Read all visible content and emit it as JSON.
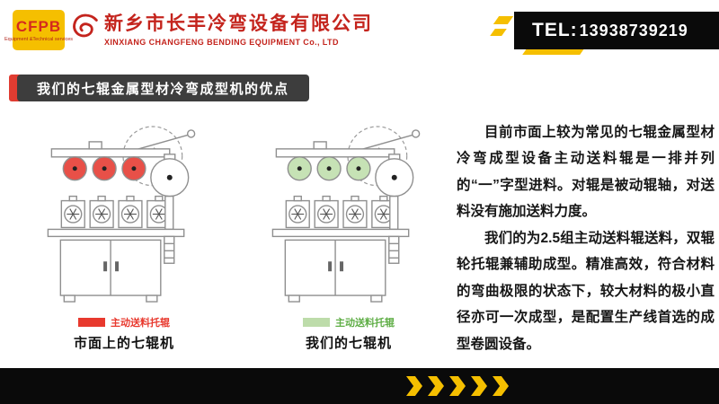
{
  "header": {
    "logo_abbr": "CFPB",
    "logo_tagline": "Equipment &Technical services",
    "company_cn": "新乡市长丰冷弯设备有限公司",
    "company_en": "XINXIANG CHANGFENG BENDING EQUIPMENT Co., LTD",
    "tel_label": "TEL:",
    "tel_number": "13938739219"
  },
  "section_title": "我们的七辊金属型材冷弯成型机的优点",
  "diagrams": [
    {
      "caption": "市面上的七辊机",
      "legend_label": "主动送料托辊",
      "legend_color": "#e8392e",
      "legend_text_color": "#e8392e",
      "roller_fill": "#e85048"
    },
    {
      "caption": "我们的七辊机",
      "legend_label": "主动送料托辊",
      "legend_color": "#bddcaa",
      "legend_text_color": "#5fae46",
      "roller_fill": "#c6e2b5"
    }
  ],
  "body": {
    "p1": "目前市面上较为常见的七辊金属型材冷弯成型设备主动送料辊是一排并列的“一”字型进料。对辊是被动辊轴，对送料没有施加送料力度。",
    "p2": "我们的为2.5组主动送料辊送料，双辊轮托辊兼辅助成型。精准高效，符合材料的弯曲极限的状态下，较大材料的极小直径亦可一次成型，是配置生产线首选的成型卷圆设备。"
  },
  "colors": {
    "accent_yellow": "#f5bf00",
    "brand_red": "#c4241d",
    "title_red": "#e03c31",
    "badge_bg": "#3d3d3d",
    "black": "#0a0a0a"
  }
}
